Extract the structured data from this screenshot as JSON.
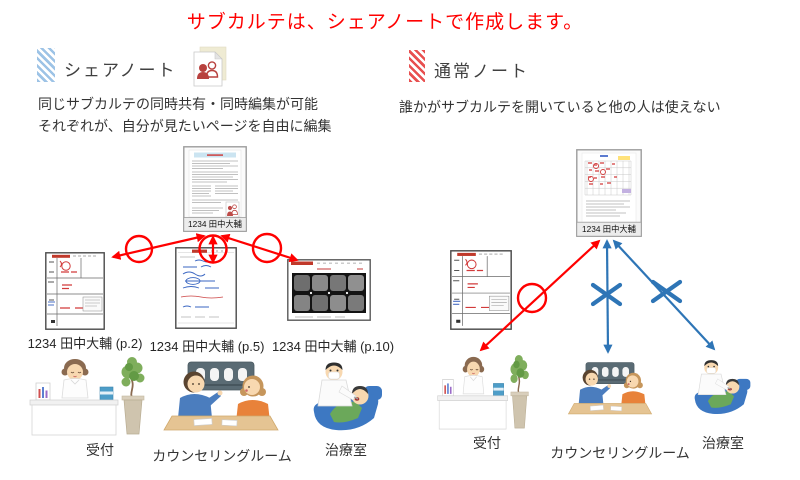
{
  "title": "サブカルテは、シェアノートで作成します。",
  "colors": {
    "title_red": "#FF0000",
    "arrow_red": "#FF0000",
    "arrow_blue": "#2E75B6",
    "share_stripe_blue": "#9DC3E6",
    "normal_stripe_red": "#E85050"
  },
  "share_section": {
    "heading": "シェアノート",
    "description_line1": "同じサブカルテの同時共有・同時編集が可能",
    "description_line2": "それぞれが、自分が見たいページを自由に編集",
    "master_doc_label": "1234 田中大輔",
    "page_docs": [
      {
        "label": "1234 田中大輔 (p.2)"
      },
      {
        "label": "1234 田中大輔 (p.5)"
      },
      {
        "label": "1234 田中大輔 (p.10)"
      }
    ],
    "rooms": [
      {
        "label": "受付"
      },
      {
        "label": "カウンセリングルーム"
      },
      {
        "label": "治療室"
      }
    ]
  },
  "normal_section": {
    "heading": "通常ノート",
    "description_line1": "誰かがサブカルテを開いていると他の人は使えない",
    "master_doc_label": "1234 田中大輔",
    "rooms": [
      {
        "label": "受付"
      },
      {
        "label": "カウンセリングルーム"
      },
      {
        "label": "治療室"
      }
    ]
  }
}
